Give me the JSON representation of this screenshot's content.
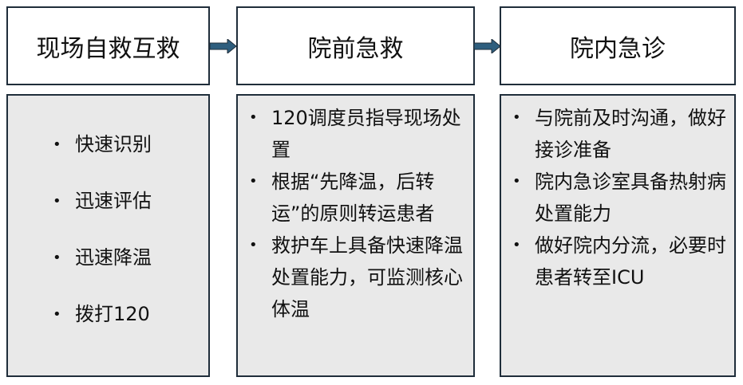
{
  "stages": [
    {
      "title": "现场自救互救",
      "items": [
        "快速识别",
        "迅速评估",
        "迅速降温",
        "拨打120"
      ]
    },
    {
      "title": "院前急救",
      "items": [
        "120调度员指导现场处置",
        "根据“先降温，后转运”的原则转运患者",
        "救护车上具备快速降温处置能力，可监测核心体温"
      ]
    },
    {
      "title": "院内急诊",
      "items": [
        "与院前及时沟通，做好接诊准备",
        "院内急诊室具备热射病处置能力",
        "做好院内分流，必要时患者转至ICU"
      ]
    }
  ],
  "colors": {
    "arrow": "#2e5e7e",
    "panel": "#e9e9e9",
    "border": "#1f2d3a"
  }
}
